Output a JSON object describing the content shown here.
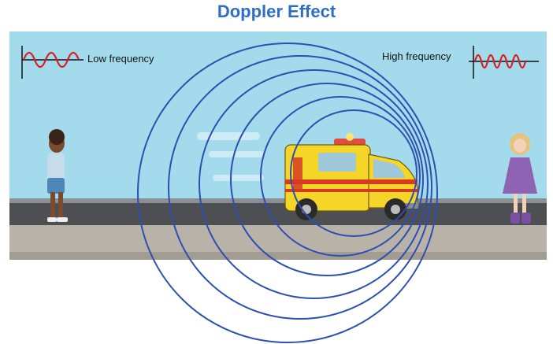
{
  "title": "Doppler Effect",
  "low_label": "Low frequency",
  "high_label": "High frequency",
  "colors": {
    "sky": "#a3dbed",
    "road": "#4d4f52",
    "sidewalk": "#b9b2a9",
    "waves": "#2c4fb0",
    "title": "#2f6fc1",
    "signal": "#d42020",
    "ambulance_body": "#f4d528",
    "ambulance_stripe": "#d63b22"
  },
  "icons": [
    "boy-figure",
    "girl-figure",
    "ambulance",
    "sine-wave"
  ]
}
